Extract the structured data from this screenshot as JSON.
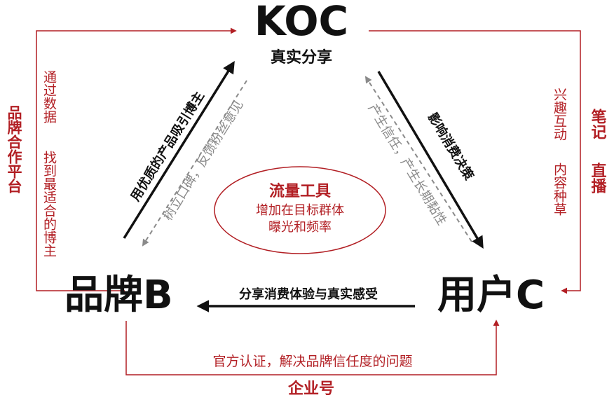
{
  "nodes": {
    "koc": {
      "title": "KOC",
      "subtitle": "真实分享"
    },
    "brand": {
      "title": "品牌B"
    },
    "user": {
      "title": "用户C"
    }
  },
  "center": {
    "title": "流量工具",
    "line1": "增加在目标群体",
    "line2": "曝光和频率"
  },
  "edges": {
    "brand_to_koc": "用优质的产品吸引博主",
    "koc_to_brand": "树立口碑，反馈粉丝意见",
    "koc_to_user": "影响消费决策",
    "user_to_koc": "产生信任，产生长期黏性",
    "user_to_brand": "分享消费体验与真实感受"
  },
  "outer": {
    "left_label": "品牌合作平台",
    "left_desc_col1": "通过数据",
    "left_desc_col2": "找到最适合的博主",
    "right_label_col1": "笔记",
    "right_label_col2": "直播",
    "right_desc_col1": "兴趣互动",
    "right_desc_col2": "内容种草",
    "bottom_desc": "官方认证，解决品牌信任度的问题",
    "bottom_label": "企业号"
  },
  "colors": {
    "red": "#b21f24",
    "black": "#111111",
    "grey": "#8a8a8a"
  }
}
